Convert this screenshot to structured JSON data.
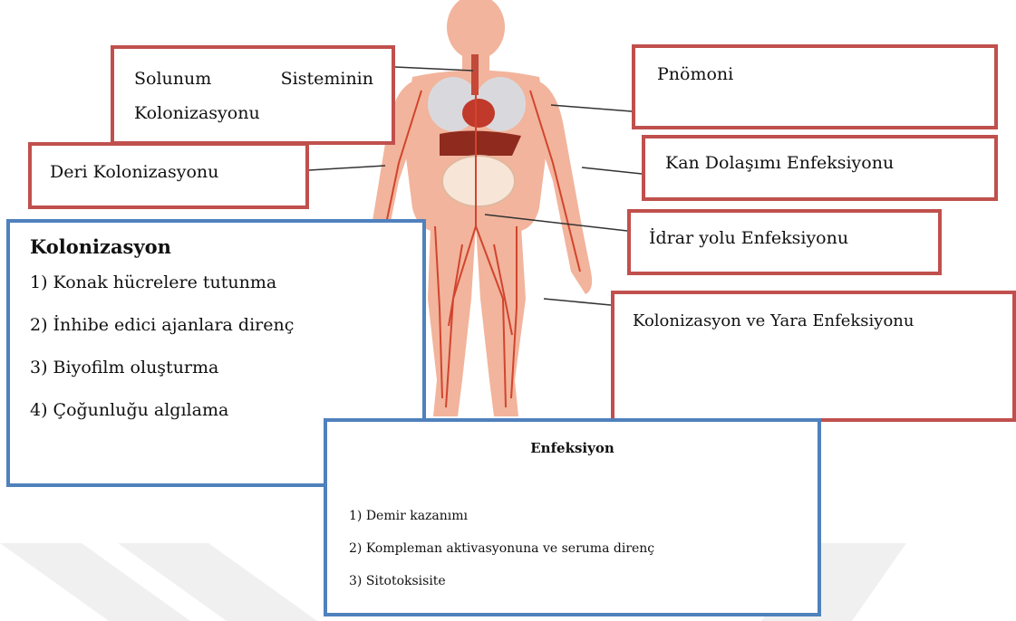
{
  "labels": {
    "solunum_line1_left": "Solunum",
    "solunum_line1_right": "Sisteminin",
    "solunum_line2": "Kolonizasyonu",
    "pnomoni": "Pnömoni",
    "deri": "Deri Kolonizasyonu",
    "kan": "Kan Dolaşımı Enfeksiyonu",
    "idrar": "İdrar yolu Enfeksiyonu",
    "kolonizasyon_yara": "Kolonizasyon ve Yara Enfeksiyonu"
  },
  "kolonizasyon": {
    "title": "Kolonizasyon",
    "items": [
      "1) Konak hücrelere tutunma",
      "2) İnhibe edici ajanlara direnç",
      "3) Biyofilm oluşturma",
      "4) Çoğunluğu algılama"
    ]
  },
  "enfeksiyon": {
    "title": "Enfeksiyon",
    "items": [
      "1) Demir kazanımı",
      "2) Kompleman aktivasyonuna ve seruma direnç",
      "3) Sitotoksisite"
    ]
  },
  "colors": {
    "red_border": "#c0504d",
    "blue_border": "#4f81bd",
    "skin": "#f2b49c",
    "vessels": "#d2442e",
    "watermark": "#eeeeee"
  }
}
